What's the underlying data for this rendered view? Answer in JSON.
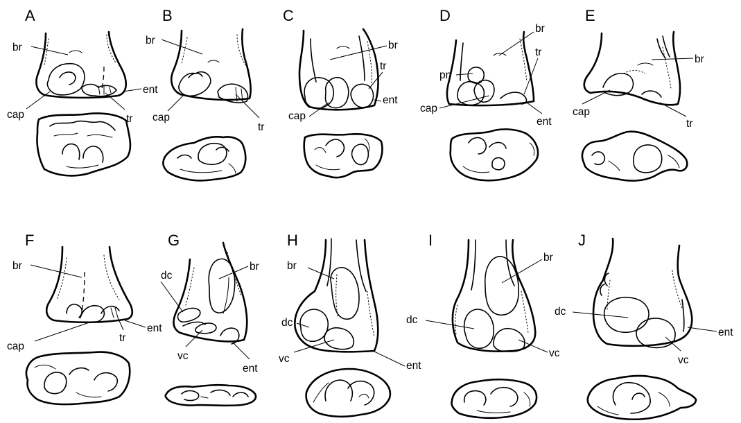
{
  "panels": [
    {
      "letter": "A",
      "labels": [
        "br",
        "cap",
        "ent",
        "tr"
      ]
    },
    {
      "letter": "B",
      "labels": [
        "br",
        "cap",
        "tr"
      ]
    },
    {
      "letter": "C",
      "labels": [
        "br",
        "tr",
        "ent",
        "cap"
      ]
    },
    {
      "letter": "D",
      "labels": [
        "br",
        "tr",
        "pn",
        "cap",
        "ent"
      ]
    },
    {
      "letter": "E",
      "labels": [
        "br",
        "cap",
        "tr"
      ]
    },
    {
      "letter": "F",
      "labels": [
        "br",
        "cap",
        "ent",
        "tr"
      ]
    },
    {
      "letter": "G",
      "labels": [
        "dc",
        "br",
        "vc",
        "ent"
      ]
    },
    {
      "letter": "H",
      "labels": [
        "br",
        "dc",
        "vc",
        "ent"
      ]
    },
    {
      "letter": "I",
      "labels": [
        "br",
        "dc",
        "vc"
      ]
    },
    {
      "letter": "J",
      "labels": [
        "dc",
        "ent",
        "vc"
      ]
    }
  ]
}
